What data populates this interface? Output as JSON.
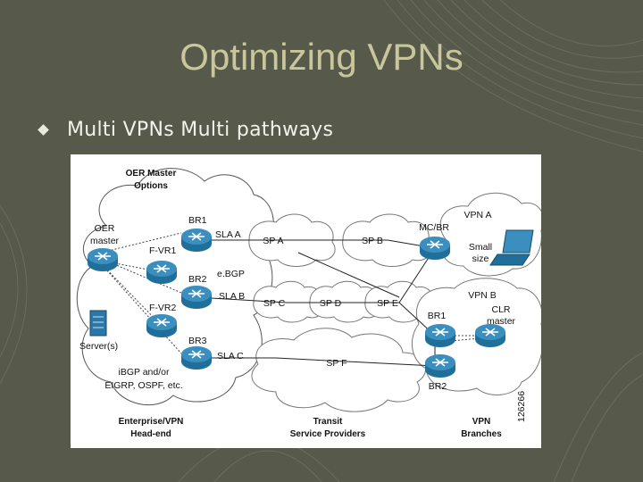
{
  "slide": {
    "title": "Optimizing VPNs",
    "bullet": "Multi VPNs  Multi pathways"
  },
  "diagram": {
    "labels": {
      "oer_master_options_1": "OER Master",
      "oer_master_options_2": "Options",
      "oer_master_1": "OER",
      "oer_master_2": "master",
      "br1_left": "BR1",
      "sla_a": "SLA A",
      "f_vr1": "F-VR1",
      "br2_left": "BR2",
      "ebgp": "e.BGP",
      "sla_b": "SLA B",
      "f_vr2": "F-VR2",
      "servers": "Server(s)",
      "br3": "BR3",
      "sla_c": "SLA C",
      "ibgp_1": "iBGP and/or",
      "ibgp_2": "EIGRP, OSPF, etc.",
      "sp_a": "SP A",
      "sp_b": "SP B",
      "sp_c": "SP C",
      "sp_d": "SP D",
      "sp_e": "SP E",
      "sp_f": "SP F",
      "mc_br": "MC/BR",
      "vpn_a": "VPN A",
      "small_size_1": "Small",
      "small_size_2": "size",
      "vpn_b": "VPN B",
      "br1_right": "BR1",
      "clr_master_1": "CLR",
      "clr_master_2": "master",
      "br2_right": "BR2",
      "figure_id": "126266",
      "enterprise_1": "Enterprise/VPN",
      "enterprise_2": "Head-end",
      "transit_1": "Transit",
      "transit_2": "Service Providers",
      "vpn_branches_1": "VPN",
      "vpn_branches_2": "Branches"
    }
  }
}
